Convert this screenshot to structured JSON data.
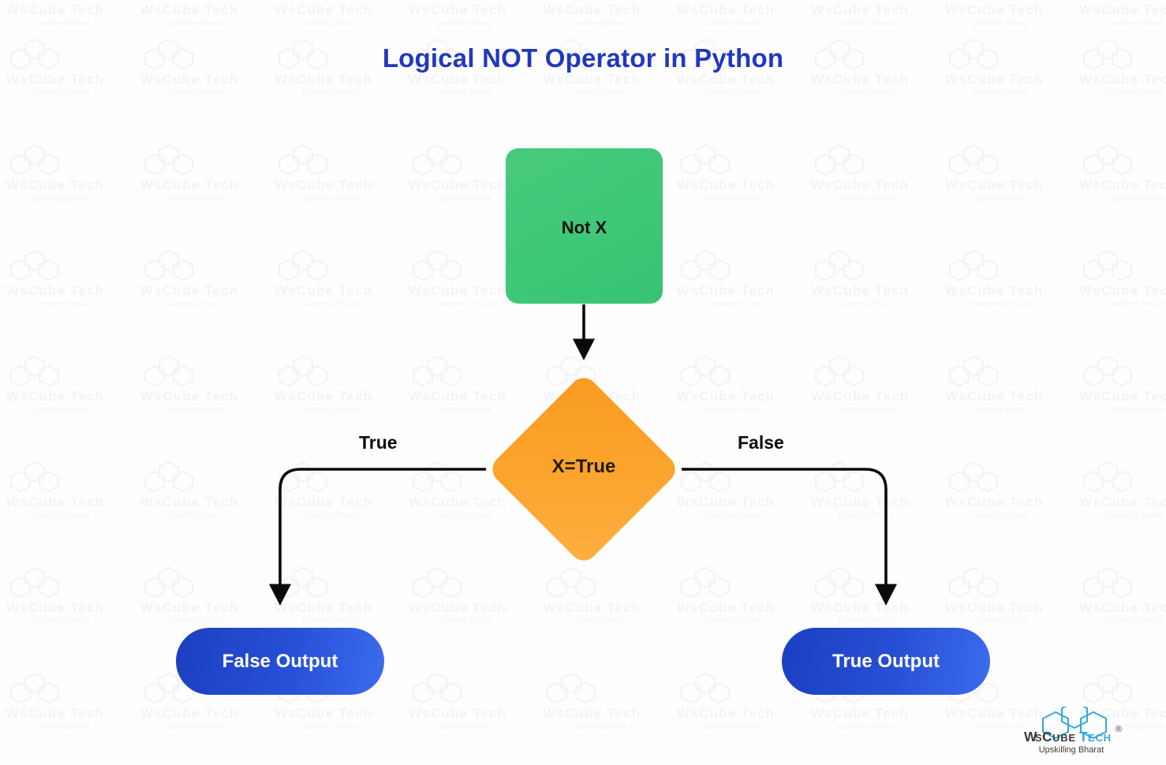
{
  "page": {
    "title": "Logical NOT Operator in Python",
    "title_color": "#2138bd",
    "background": "#fefeff"
  },
  "watermark": {
    "text": "WsCube Tech",
    "tagline": "Upskilling Bharat",
    "registered_mark": "®",
    "color": "#f4f5f8"
  },
  "chart_data": {
    "type": "diagram",
    "title": "Logical NOT Operator in Python",
    "nodes": [
      {
        "id": "start",
        "label": "Not X",
        "shape": "rounded-rectangle",
        "color": "#3fc878",
        "text_color": "#111111"
      },
      {
        "id": "decision",
        "label": "X=True",
        "shape": "diamond",
        "color": "#fba42c",
        "text_color": "#241b06"
      },
      {
        "id": "false-output",
        "label": "False Output",
        "shape": "pill",
        "color": "#2750d6",
        "text_color": "#ffffff"
      },
      {
        "id": "true-output",
        "label": "True Output",
        "shape": "pill",
        "color": "#2750d6",
        "text_color": "#ffffff"
      }
    ],
    "edges": [
      {
        "from": "start",
        "to": "decision",
        "label": ""
      },
      {
        "from": "decision",
        "to": "false-output",
        "label": "True"
      },
      {
        "from": "decision",
        "to": "true-output",
        "label": "False"
      }
    ]
  },
  "diagram": {
    "start_node": {
      "label": "Not X"
    },
    "decision_node": {
      "label": "X=True"
    },
    "false_output_node": {
      "label": "False Output"
    },
    "true_output_node": {
      "label": "True Output"
    },
    "edge_labels": {
      "left": "True",
      "right": "False"
    }
  },
  "brand": {
    "name_part1": "Ws",
    "name_part2": "Cube",
    "name_part3": "Tech",
    "full_name": "WsCube Tech",
    "registered_mark": "®",
    "tagline": "Upskilling Bharat",
    "accent_color": "#35a8dd",
    "text_color": "#3a3a3a"
  }
}
